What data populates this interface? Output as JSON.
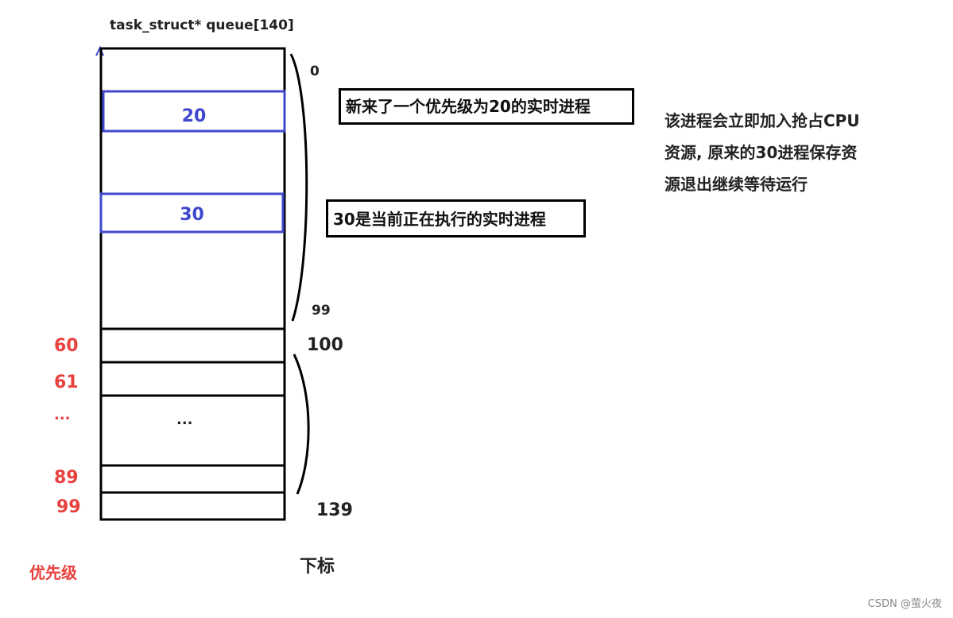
{
  "header": {
    "array_label": "task_struct* queue[140]"
  },
  "cells": {
    "highlight_new": "20",
    "highlight_current": "30",
    "ellipsis": "..."
  },
  "index_labels": {
    "i0": "0",
    "i99": "99",
    "i100": "100",
    "i139": "139",
    "axis_label": "下标"
  },
  "priority_labels": {
    "p60": "60",
    "p61": "61",
    "ellipsis": "...",
    "p89": "89",
    "p99": "99",
    "axis_label": "优先级"
  },
  "callouts": {
    "new_process": "新来了一个优先级为20的实时进程",
    "current_process": "30是当前正在执行的实时进程"
  },
  "note": "该进程会立即加入抢占CPU资源, 原来的30进程保存资源退出继续等待运行",
  "watermark": "CSDN @萤火夜",
  "colors": {
    "highlight": "#3f48cc",
    "priority": "#e8413e",
    "outline": "#000000"
  }
}
